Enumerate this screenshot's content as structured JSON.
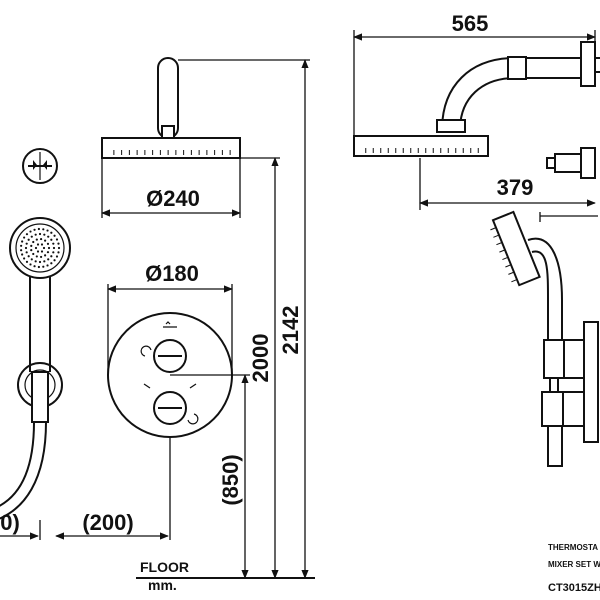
{
  "dimensions": {
    "overall_width": "565",
    "arm_projection": "379",
    "head_diameter": "Ø240",
    "plate_diameter": "Ø180",
    "arm_height": "2000",
    "total_height": "2142",
    "valve_height": "(850)",
    "offset_left": "(200)",
    "offset_far_left": "0)"
  },
  "labels": {
    "floor": "FLOOR",
    "unit": "mm.",
    "product_line1": "THERMOSTA",
    "product_line2": "MIXER SET W",
    "model": "CT3015ZH"
  }
}
